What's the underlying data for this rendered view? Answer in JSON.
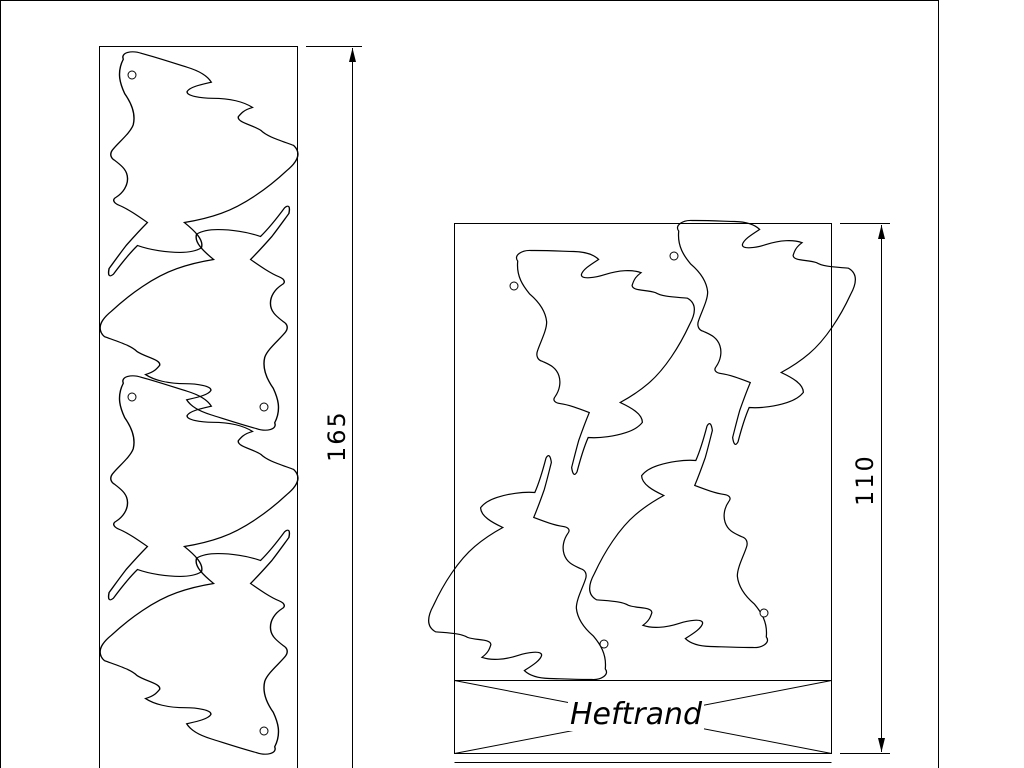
{
  "drawing": {
    "left_panel": {
      "dimension": "165",
      "piece_count": 4
    },
    "right_panel": {
      "dimension": "110",
      "piece_count": 4,
      "margin_label": "Heftrand"
    }
  }
}
